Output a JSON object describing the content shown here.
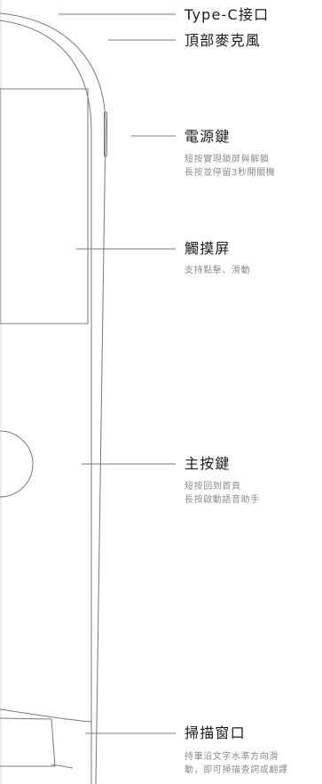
{
  "callouts": [
    {
      "key": "type-c-port",
      "title": "Type-C接口",
      "desc": []
    },
    {
      "key": "top-microphone",
      "title": "頂部麥克風",
      "desc": []
    },
    {
      "key": "power-key",
      "title": "電源鍵",
      "desc": [
        "短按實現鎖屏與解鎖",
        "長按並停留3秒開關機"
      ]
    },
    {
      "key": "touch-screen",
      "title": "觸摸屏",
      "desc": [
        "支持點擊、滑動"
      ]
    },
    {
      "key": "home-key",
      "title": "主按鍵",
      "desc": [
        "短按回到首頁",
        "長按啟動語音助手"
      ]
    },
    {
      "key": "scan-window",
      "title": "掃描窗口",
      "desc": [
        "持筆沿文字水準方向滑",
        "動，即可掃描查詞或翻譯"
      ]
    }
  ]
}
